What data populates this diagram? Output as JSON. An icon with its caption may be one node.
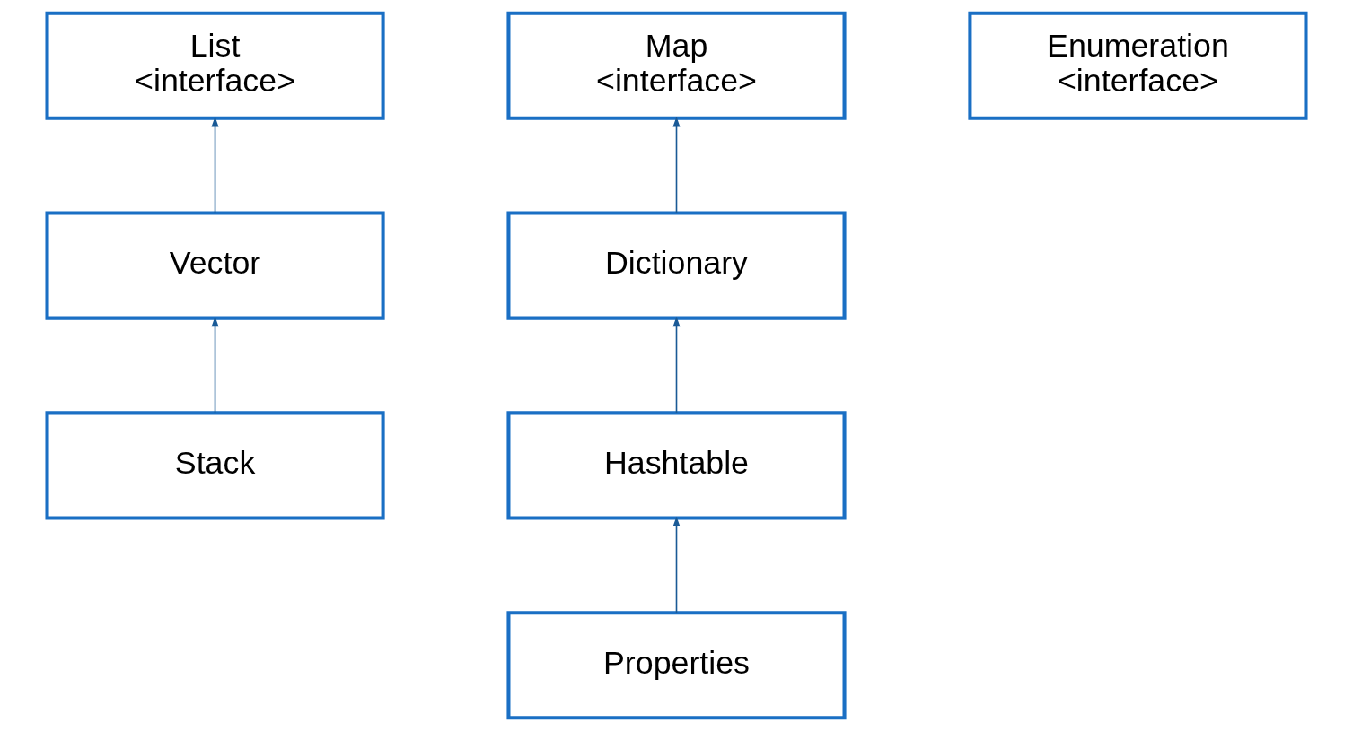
{
  "diagram": {
    "nodes": [
      {
        "text": [
          "List",
          "<interface>"
        ]
      },
      {
        "text": [
          "Map",
          "<interface>"
        ]
      },
      {
        "text": [
          "Enumeration",
          "<interface>"
        ]
      },
      {
        "text": [
          "Vector"
        ]
      },
      {
        "text": [
          "Dictionary"
        ]
      },
      {
        "text": [
          "Stack"
        ]
      },
      {
        "text": [
          "Hashtable"
        ]
      },
      {
        "text": [
          "Properties"
        ]
      }
    ],
    "edges": [
      {
        "from": 3,
        "to": 0,
        "arrow": "to"
      },
      {
        "from": 4,
        "to": 1,
        "arrow": "to"
      },
      {
        "from": 5,
        "to": 3,
        "arrow": "to"
      },
      {
        "from": 6,
        "to": 4,
        "arrow": "to"
      },
      {
        "from": 7,
        "to": 6,
        "arrow": "to"
      }
    ]
  }
}
